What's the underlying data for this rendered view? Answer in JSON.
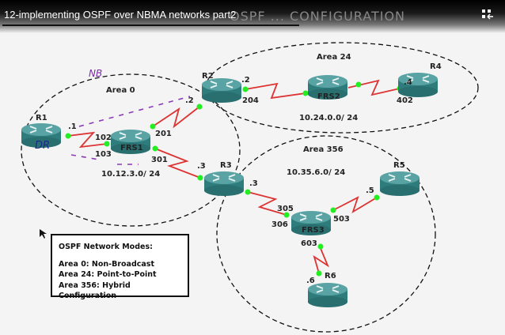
{
  "video": {
    "title": "12-implementing OSPF over NBMA networks part2",
    "background_heading": "OSPF ... CONFIGURATION",
    "fullscreen_icon": "exit-fullscreen-icon"
  },
  "areas": {
    "area0": "Area 0",
    "area24": "Area 24",
    "area356": "Area 356"
  },
  "subnets": {
    "s0": "10.12.3.0/ 24",
    "s24": "10.24.0.0/ 24",
    "s356": "10.35.6.0/ 24"
  },
  "routers": {
    "r1": "R1",
    "r2": "R2",
    "r3": "R3",
    "r4": "R4",
    "r5": "R5",
    "r6": "R6",
    "frs1": "FRS1",
    "frs2": "FRS2",
    "frs3": "FRS3"
  },
  "ports": {
    "r1": ".1",
    "frs1_102": "102",
    "frs1_103": "103",
    "frs1_201": "201",
    "frs1_301": "301",
    "r2a": ".2",
    "r2b": ".2",
    "frs2_204": "204",
    "frs2_402": "402",
    "r4": ".4",
    "r3a": ".3",
    "r3b": ".3",
    "frs3_305": "305",
    "frs3_306": "306",
    "frs3_503": "503",
    "frs3_603": "603",
    "r5": ".5",
    "r6": ".6"
  },
  "annotations": {
    "nb": "NB",
    "dr": "DR"
  },
  "legend": {
    "heading": "OSPF Network Modes:",
    "items": [
      "Area 0: Non-Broadcast",
      "Area 24: Point-to-Point",
      "Area 356: Hybrid Configuration"
    ]
  },
  "colors": {
    "router": "#3f8f8f",
    "link": "#dd3333",
    "port": "#22ee22",
    "annotation": "#7a2aa8"
  }
}
